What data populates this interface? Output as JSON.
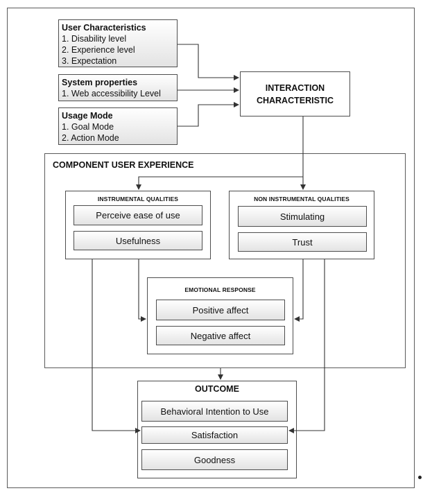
{
  "inputs": {
    "user": {
      "title": "User Characteristics",
      "items": [
        "1. Disability level",
        "2. Experience level",
        "3. Expectation"
      ]
    },
    "system": {
      "title": "System properties",
      "items": [
        "1. Web accessibility Level"
      ]
    },
    "usage": {
      "title": "Usage Mode",
      "items": [
        "1. Goal Mode",
        "2. Action  Mode"
      ]
    }
  },
  "interaction": {
    "line1": "INTERACTION",
    "line2": "CHARACTERISTIC"
  },
  "component": {
    "title": "COMPONENT USER EXPERIENCE"
  },
  "instrumental": {
    "title": "INSTRUMENTAL QUALITIES",
    "items": [
      "Perceive ease of use",
      "Usefulness"
    ]
  },
  "non_instrumental": {
    "title": "NON INSTRUMENTAL QUALITIES",
    "items": [
      "Stimulating",
      "Trust"
    ]
  },
  "emotional": {
    "title": "EMOTIONAL RESPONSE",
    "items": [
      "Positive affect",
      "Negative affect"
    ]
  },
  "outcome": {
    "title": "OUTCOME",
    "items": [
      "Behavioral Intention to Use",
      "Satisfaction",
      "Goodness"
    ]
  },
  "colors": {
    "border": "#4d4d4d",
    "box_gradient_top": "#ffffff",
    "box_gradient_bottom": "#e3e3e3"
  }
}
